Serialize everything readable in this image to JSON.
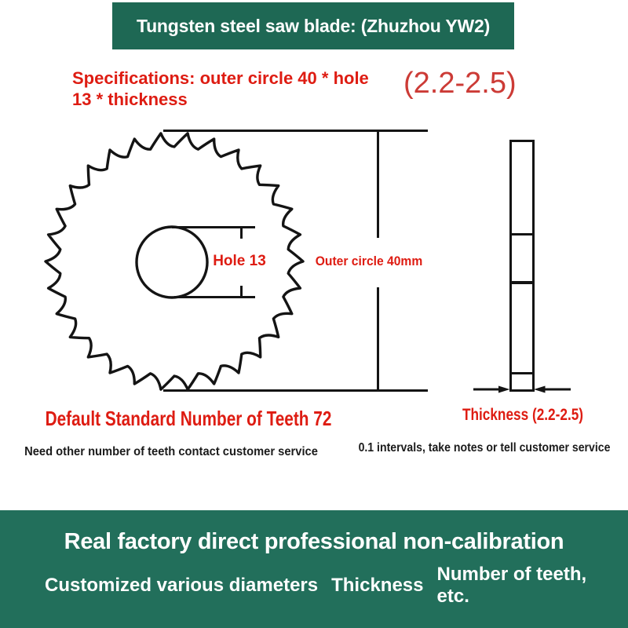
{
  "banner": {
    "title": "Tungsten steel saw blade: (Zhuzhou YW2)"
  },
  "specs": {
    "line1": "Specifications: outer circle 40 * hole",
    "line2": "13 * thickness",
    "range": "(2.2-2.5)"
  },
  "diagram": {
    "hole_label": "Hole 13",
    "outer_label": "Outer circle 40mm",
    "thickness_label": "Thickness (2.2-2.5)"
  },
  "notes": {
    "teeth_default": "Default Standard Number of Teeth 72",
    "teeth_note": "Need other number of teeth contact customer service",
    "interval_note": "0.1 intervals, take notes or tell customer service"
  },
  "footer": {
    "headline": "Real factory direct professional non-calibration",
    "items": [
      "Customized various diameters",
      "Thickness",
      "Number of teeth, etc."
    ]
  },
  "colors": {
    "banner_green": "#1e6854",
    "footer_green": "#226f5b",
    "accent_red": "#de1c12",
    "range_red": "#cc3b36",
    "line_black": "#141414",
    "text_black": "#1b1b1b"
  }
}
